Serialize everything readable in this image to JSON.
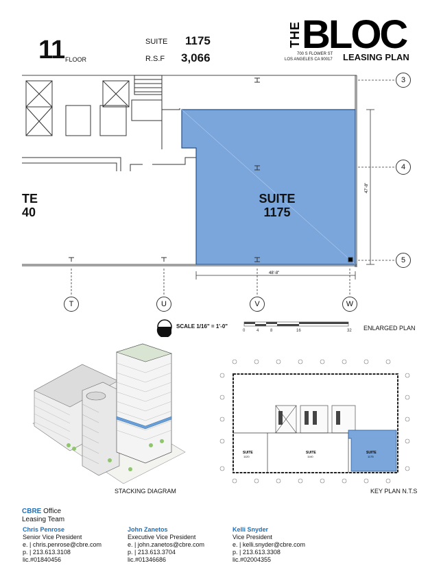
{
  "header": {
    "floor_number": "11",
    "floor_label": "FLOOR",
    "suite_label": "SUITE",
    "suite_number": "1175",
    "rsf_label": "R.S.F",
    "rsf_value": "3,066"
  },
  "logo": {
    "the": "THE",
    "bloc": "BLOC",
    "address_line1": "700 S FLOWER ST",
    "address_line2": "LOS ANGELES CA 90017",
    "leasing_plan": "LEASING PLAN"
  },
  "floor_plan": {
    "suite_word": "SUITE",
    "suite_number": "1175",
    "partial_suite_line1": "TE",
    "partial_suite_line2": "40",
    "dimension_width": "48'-8\"",
    "dimension_height": "47'-8\"",
    "grid_rows": [
      "3",
      "4",
      "5"
    ],
    "grid_cols": [
      "T",
      "U",
      "V",
      "W"
    ],
    "scale_text": "SCALE 1/16\" = 1'-0\"",
    "scale_ticks": [
      "0",
      "4",
      "8",
      "16",
      "32"
    ],
    "enlarged_label": "ENLARGED PLAN",
    "suite_color": "#7aa6dc"
  },
  "stacking": {
    "caption": "STACKING DIAGRAM"
  },
  "key_plan": {
    "caption": "KEY PLAN N.T.S",
    "suites": [
      {
        "line1": "SUITE",
        "line2": "1120"
      },
      {
        "line1": "SUITE",
        "line2": "1140"
      },
      {
        "line1": "SUITE",
        "line2": "1175"
      }
    ]
  },
  "footer": {
    "cbre": "CBRE",
    "office": "Office",
    "team": "Leasing Team",
    "contacts": [
      {
        "name": "Chris Penrose",
        "title": "Senior Vice President",
        "email": "e. | chris.penrose@cbre.com",
        "phone": "p. | 213.613.3108",
        "license": "lic.#01840456"
      },
      {
        "name": "John Zanetos",
        "title": "Executive Vice President",
        "email": "e. | john.zanetos@cbre.com",
        "phone": "p. | 213.613.3704",
        "license": "lic.#01346686"
      },
      {
        "name": "Kelli Snyder",
        "title": "Vice President",
        "email": "e. | kelli.snyder@cbre.com",
        "phone": "p. | 213.613.3308",
        "license": "lic.#02004355"
      }
    ]
  }
}
